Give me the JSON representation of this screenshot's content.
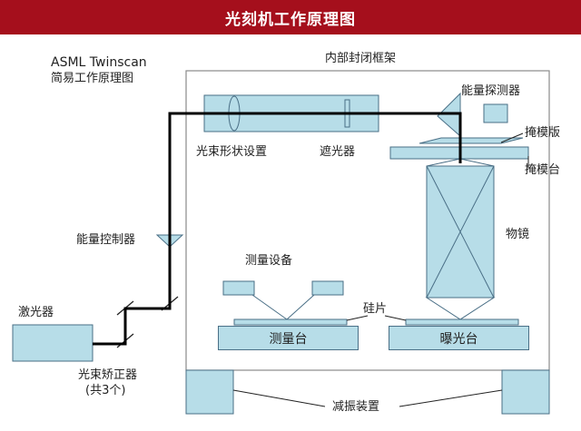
{
  "title": "光刻机工作原理图",
  "subtitle_line1": "ASML Twinscan",
  "subtitle_line2": "简易工作原理图",
  "labels": {
    "frame": "内部封闭框架",
    "energy_detector": "能量探测器",
    "mask": "掩模版",
    "mask_stage": "掩模台",
    "beam_shaper": "光束形状设置",
    "shutter": "遮光器",
    "objective": "物镜",
    "energy_controller": "能量控制器",
    "measure_equipment": "测量设备",
    "wafer": "硅片",
    "laser": "激光器",
    "measure_stage": "测量台",
    "exposure_stage": "曝光台",
    "beam_corrector_line1": "光束矫正器",
    "beam_corrector_line2": "(共3个)",
    "damping": "减振装置"
  },
  "colors": {
    "banner": "#a50f1c",
    "component_fill": "#b7dde8",
    "component_stroke": "#4a6f86",
    "frame_stroke": "#8a8a8a",
    "beam": "#000000"
  }
}
